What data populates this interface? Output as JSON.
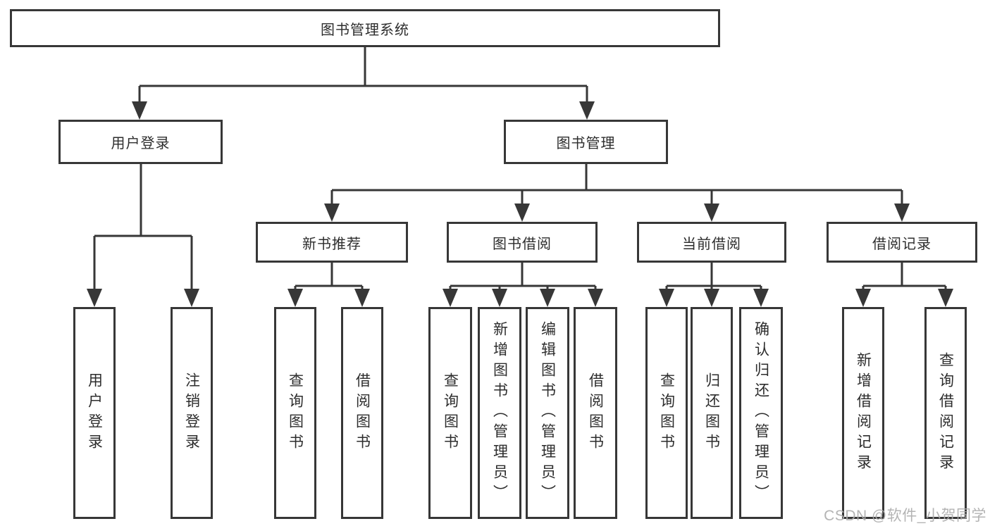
{
  "diagram": {
    "root": {
      "label": "图书管理系统"
    },
    "level2": [
      {
        "label": "用户登录"
      },
      {
        "label": "图书管理"
      }
    ],
    "level3": [
      {
        "label": "新书推荐"
      },
      {
        "label": "图书借阅"
      },
      {
        "label": "当前借阅"
      },
      {
        "label": "借阅记录"
      }
    ],
    "leaves": {
      "login": [
        {
          "label": "用户登录"
        },
        {
          "label": "注销登录"
        }
      ],
      "newbook": [
        {
          "label": "查询图书"
        },
        {
          "label": "借阅图书"
        }
      ],
      "borrow": [
        {
          "label": "查询图书"
        },
        {
          "label": "新增图书（管理员）"
        },
        {
          "label": "编辑图书（管理员）"
        },
        {
          "label": "借阅图书"
        }
      ],
      "current": [
        {
          "label": "查询图书"
        },
        {
          "label": "归还图书"
        },
        {
          "label": "确认归还（管理员）"
        }
      ],
      "records": [
        {
          "label": "新增借阅记录"
        },
        {
          "label": "查询借阅记录"
        }
      ]
    }
  },
  "watermark": "CSDN @软件_小贺同学",
  "colors": {
    "line": "#373737",
    "box_border": "#373737",
    "box_fill": "#ffffff",
    "text": "#2d2d2d",
    "watermark": "#acacac"
  }
}
